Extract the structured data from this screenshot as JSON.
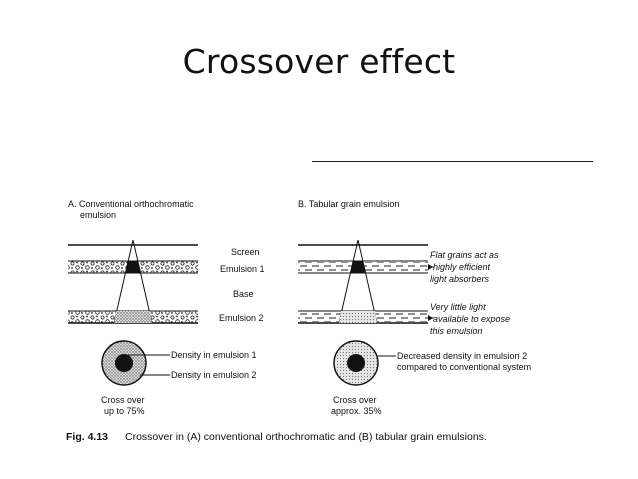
{
  "slide": {
    "title": "Crossover effect"
  },
  "panel_a": {
    "title_line1": "A. Conventional orthochromatic",
    "title_line2": "emulsion",
    "layers": [
      "Screen",
      "Emulsion 1",
      "Base",
      "Emulsion 2"
    ],
    "density_labels": [
      "Density in emulsion 1",
      "Density in emulsion 2"
    ],
    "crossover_line1": "Cross over",
    "crossover_line2": "up to 75%"
  },
  "panel_b": {
    "title": "B. Tabular grain emulsion",
    "note1": [
      "Flat grains act as",
      "highly efficient",
      "light absorbers"
    ],
    "note2": [
      "Very little light",
      "available to expose",
      "this emulsion"
    ],
    "density_note": [
      "Decreased density in emulsion 2",
      "compared to conventional system"
    ],
    "crossover_line1": "Cross over",
    "crossover_line2": "approx. 35%"
  },
  "caption": {
    "number": "Fig. 4.13",
    "text": "Crossover in (A) conventional orthochromatic and (B) tabular grain emulsions."
  }
}
